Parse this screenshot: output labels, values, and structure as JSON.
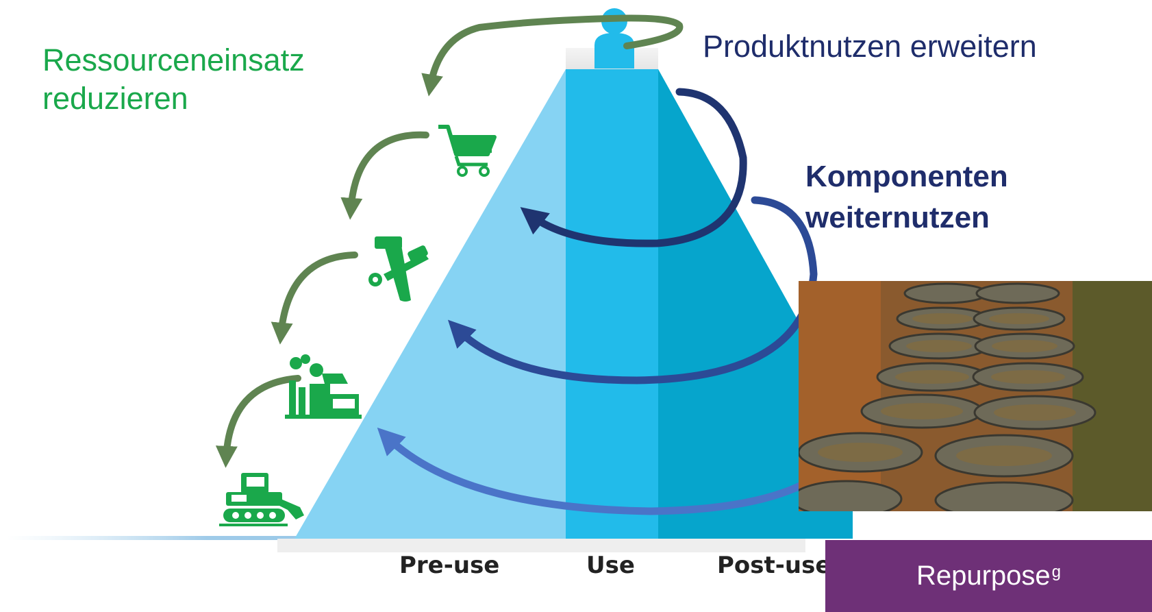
{
  "strategies": {
    "reduce_resources": [
      "Ressourceneinsatz",
      "reduzieren"
    ],
    "extend_product_use": "Produktnutzen erweitern",
    "reuse_components": [
      "Komponenten",
      "weiternutzen"
    ]
  },
  "phases": [
    "Pre-use",
    "Use",
    "Post-use"
  ],
  "badge": {
    "label": "Repurpose",
    "superscript": "g"
  },
  "icons": [
    "person-icon",
    "shopping-cart-icon",
    "tools-icon",
    "factory-icon",
    "excavator-icon"
  ],
  "colors": {
    "green_text": "#1aa84b",
    "green_arrows": "#5f8451",
    "navy_text": "#1f2d6b",
    "pyramid_left": "#86d3f3",
    "pyramid_middle": "#22bbea",
    "pyramid_right": "#06a5cc",
    "badge": "#6e3077"
  }
}
